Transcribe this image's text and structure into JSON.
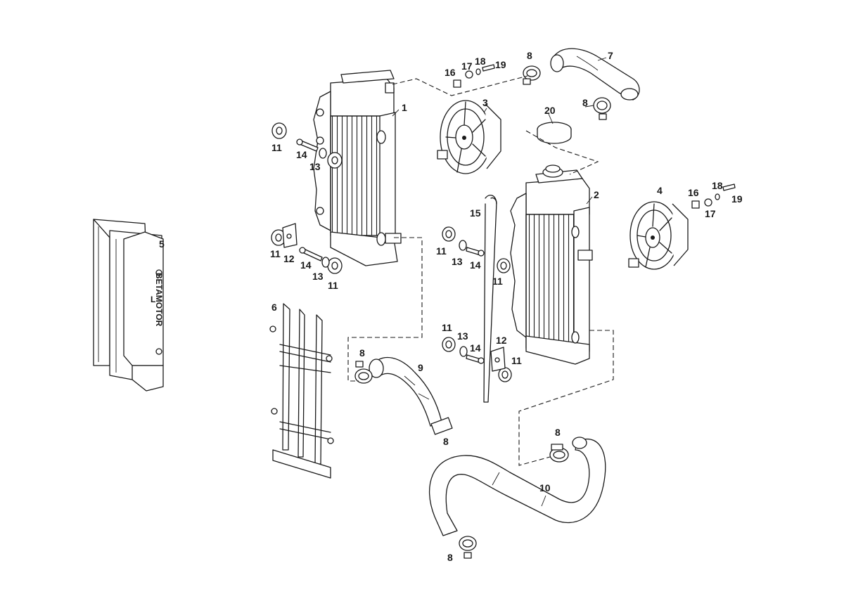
{
  "callouts": [
    {
      "id": "c1",
      "label": "1"
    },
    {
      "id": "c2",
      "label": "2"
    },
    {
      "id": "c3",
      "label": "3"
    },
    {
      "id": "c4",
      "label": "4"
    },
    {
      "id": "c5",
      "label": "5"
    },
    {
      "id": "c6",
      "label": "6"
    },
    {
      "id": "c7",
      "label": "7"
    },
    {
      "id": "c8a",
      "label": "8"
    },
    {
      "id": "c8b",
      "label": "8"
    },
    {
      "id": "c8c",
      "label": "8"
    },
    {
      "id": "c8d",
      "label": "8"
    },
    {
      "id": "c8e",
      "label": "8"
    },
    {
      "id": "c8f",
      "label": "8"
    },
    {
      "id": "c9",
      "label": "9"
    },
    {
      "id": "c10",
      "label": "10"
    },
    {
      "id": "c11a",
      "label": "11"
    },
    {
      "id": "c11b",
      "label": "11"
    },
    {
      "id": "c11c",
      "label": "11"
    },
    {
      "id": "c11d",
      "label": "11"
    },
    {
      "id": "c11e",
      "label": "11"
    },
    {
      "id": "c11f",
      "label": "11"
    },
    {
      "id": "c11g",
      "label": "11"
    },
    {
      "id": "c12a",
      "label": "12"
    },
    {
      "id": "c12b",
      "label": "12"
    },
    {
      "id": "c13a",
      "label": "13"
    },
    {
      "id": "c13b",
      "label": "13"
    },
    {
      "id": "c13c",
      "label": "13"
    },
    {
      "id": "c13d",
      "label": "13"
    },
    {
      "id": "c14a",
      "label": "14"
    },
    {
      "id": "c14b",
      "label": "14"
    },
    {
      "id": "c14c",
      "label": "14"
    },
    {
      "id": "c14d",
      "label": "14"
    },
    {
      "id": "c15",
      "label": "15"
    },
    {
      "id": "c16a",
      "label": "16"
    },
    {
      "id": "c16b",
      "label": "16"
    },
    {
      "id": "c17a",
      "label": "17"
    },
    {
      "id": "c17b",
      "label": "17"
    },
    {
      "id": "c18a",
      "label": "18"
    },
    {
      "id": "c18b",
      "label": "18"
    },
    {
      "id": "c19a",
      "label": "19"
    },
    {
      "id": "c19b",
      "label": "19"
    },
    {
      "id": "c20",
      "label": "20"
    }
  ],
  "guard_lettering": "BETAMOTOR",
  "guard_side_letter": "L"
}
